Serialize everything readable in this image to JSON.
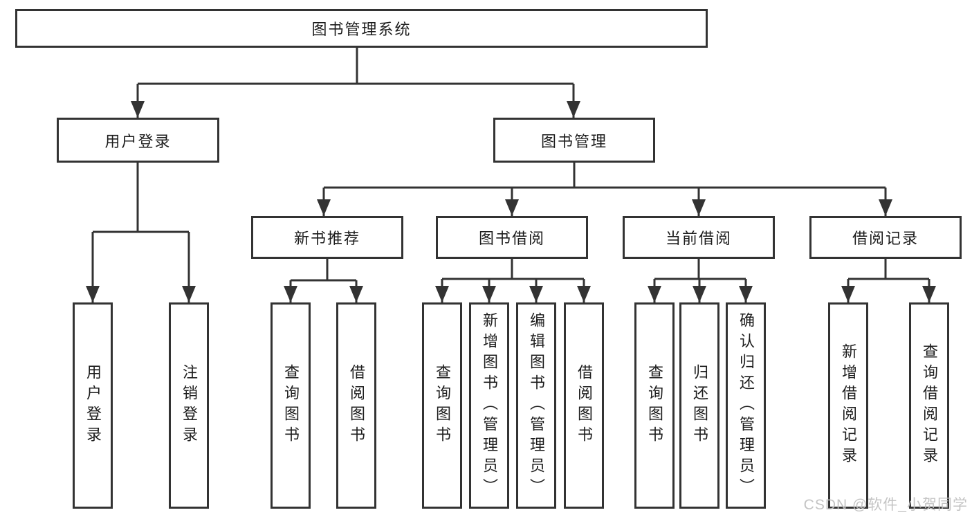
{
  "tree": {
    "label": "图书管理系统",
    "children": [
      {
        "label": "用户登录",
        "children": [
          {
            "label": "用户登录"
          },
          {
            "label": "注销登录"
          }
        ]
      },
      {
        "label": "图书管理",
        "children": [
          {
            "label": "新书推荐",
            "children": [
              {
                "label": "查询图书"
              },
              {
                "label": "借阅图书"
              }
            ]
          },
          {
            "label": "图书借阅",
            "children": [
              {
                "label": "查询图书"
              },
              {
                "label": "新增图书（管理员）"
              },
              {
                "label": "编辑图书（管理员）"
              },
              {
                "label": "借阅图书"
              }
            ]
          },
          {
            "label": "当前借阅",
            "children": [
              {
                "label": "查询图书"
              },
              {
                "label": "归还图书"
              },
              {
                "label": "确认归还（管理员）"
              }
            ]
          },
          {
            "label": "借阅记录",
            "children": [
              {
                "label": "新增借阅记录"
              },
              {
                "label": "查询借阅记录"
              }
            ]
          }
        ]
      }
    ]
  },
  "watermark": {
    "text": "CSDN @软件_小贺同学"
  },
  "colors": {
    "line": "#333333",
    "text": "#1d1d1d",
    "box_background": "#ffffff",
    "watermark": "#c1c1c1",
    "background": "#ffffff"
  }
}
